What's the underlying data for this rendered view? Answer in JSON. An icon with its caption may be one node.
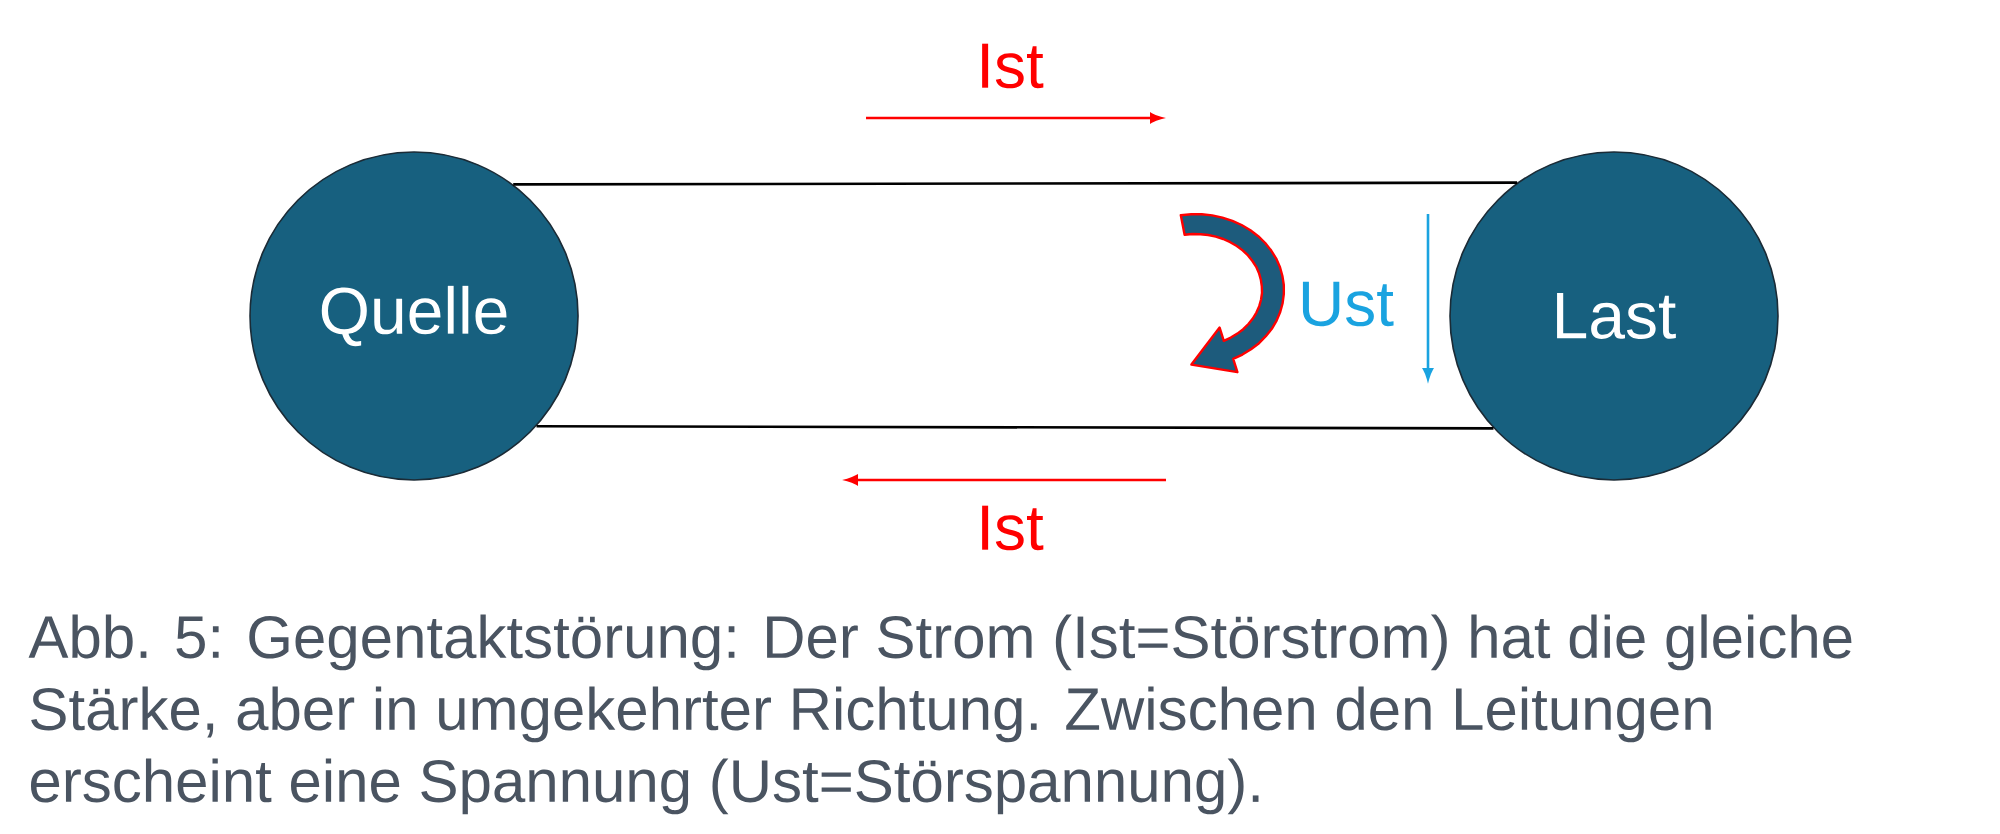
{
  "diagram": {
    "caption": "Abb. 5: Gegentaktstörung: Der Strom (Ist=Störstrom) hat die gleiche Stärke, aber in umgekehrter Richtung. Zwischen den Leitungen erscheint eine Spannung (Ust=Störspannung).",
    "nodes": [
      {
        "text": [
          "Quelle"
        ]
      },
      {
        "text": [
          "Last"
        ]
      }
    ],
    "edges": [
      {
        "from": 0,
        "to": 1,
        "arrow": "none"
      },
      {
        "from": 0,
        "to": 1,
        "arrow": "none"
      }
    ],
    "labels": [
      "Ist",
      "Ust",
      "Ist"
    ]
  }
}
